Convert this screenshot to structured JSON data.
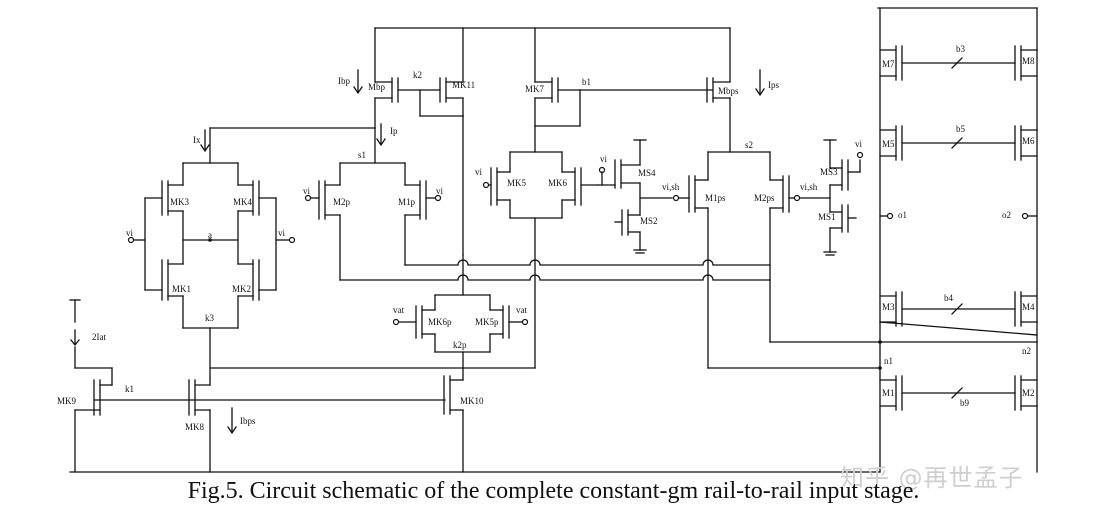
{
  "caption": "Fig.5. Circuit schematic of the complete constant-gm rail-to-rail input stage.",
  "watermark": "知乎 @再世孟子",
  "labels": {
    "mbp": "Mbp",
    "mk11": "MK11",
    "k2": "k2",
    "mk7": "MK7",
    "b1": "b1",
    "mbps": "Mbps",
    "ibp": "Ibp",
    "ips": "Ips",
    "ix": "Ix",
    "ip": "Ip",
    "s1": "s1",
    "s2": "s2",
    "mk3": "MK3",
    "mk4": "MK4",
    "mk1": "MK1",
    "mk2": "MK2",
    "a": "a",
    "k3": "k3",
    "m2p": "M2p",
    "m1p": "M1p",
    "mk5": "MK5",
    "mk6": "MK6",
    "ms4": "MS4",
    "ms2": "MS2",
    "vish_left": "vi,sh",
    "vish_right": "vi,sh",
    "m1ps": "M1ps",
    "m2ps": "M2ps",
    "ms3": "MS3",
    "ms1": "MS1",
    "mk6p": "MK6p",
    "mk5p": "MK5p",
    "k2p": "k2p",
    "vat_l": "vat",
    "vat_r": "vat",
    "isrc": "2Iat",
    "mk9": "MK9",
    "k1": "k1",
    "mk8": "MK8",
    "ibps": "Ibps",
    "mk10": "MK10",
    "m7": "M7",
    "m8": "M8",
    "b3": "b3",
    "m5": "M5",
    "m6": "M6",
    "b5": "b5",
    "o1": "o1",
    "o2": "o2",
    "m3": "M3",
    "m4": "M4",
    "b4": "b4",
    "n1": "n1",
    "n2": "n2",
    "m1": "M1",
    "m2": "M2",
    "b9": "b9",
    "vi_minus": "vi",
    "vi_plus": "vi"
  }
}
